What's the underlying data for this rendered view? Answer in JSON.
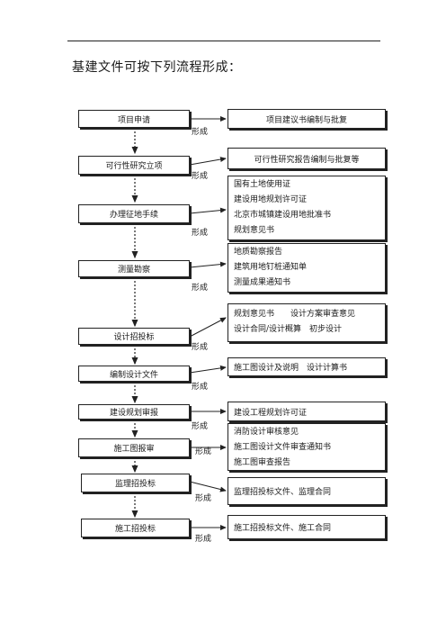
{
  "heading": "基建文件可按下列流程形成：",
  "connector_label": "形成",
  "steps": [
    "项目申请",
    "可行性研究立项",
    "办理征地手续",
    "测量勘察",
    "设计招投标",
    "编制设计文件",
    "建设规划审报",
    "施工图报审",
    "监理招投标",
    "施工招投标"
  ],
  "outputs": [
    [
      "项目建议书编制与批复"
    ],
    [
      "可行性研究报告编制与批复等"
    ],
    [
      "国有土地使用证",
      "建设用地规划许可证",
      "北京市城镇建设用地批准书",
      "规划意见书"
    ],
    [
      "地质勘察报告",
      "建筑用地钉桩通知单",
      "测量成果通知书"
    ],
    [
      "规划意见书　　设计方案审查意见",
      "设计合同/设计概算　初步设计"
    ],
    [
      "施工图设计及说明　设计计算书"
    ],
    [
      "建设工程规划许可证"
    ],
    [
      "消防设计审核意见",
      "施工图设计文件审查通知书",
      "施工图审查报告"
    ],
    [
      "监理招投标文件、监理合同"
    ],
    [
      "施工招投标文件、施工合同"
    ]
  ]
}
